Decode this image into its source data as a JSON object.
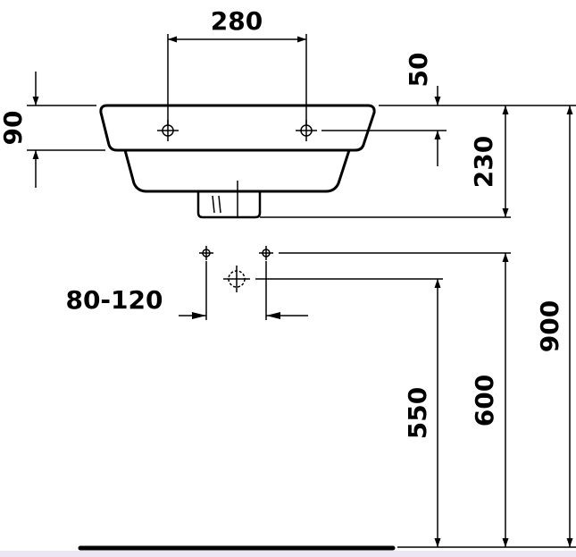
{
  "drawing": {
    "dimensions": {
      "tap_hole_spacing": "280",
      "basin_rim_height": "90",
      "rim_to_tap_hole": "50",
      "rim_to_waste": "230",
      "supply_spacing": "80-120",
      "waste_height": "550",
      "supply_height": "600",
      "rim_height": "900"
    }
  },
  "colors": {
    "line": "#000000",
    "background": "#ffffff",
    "bottom_strip": "#ece6f3"
  }
}
